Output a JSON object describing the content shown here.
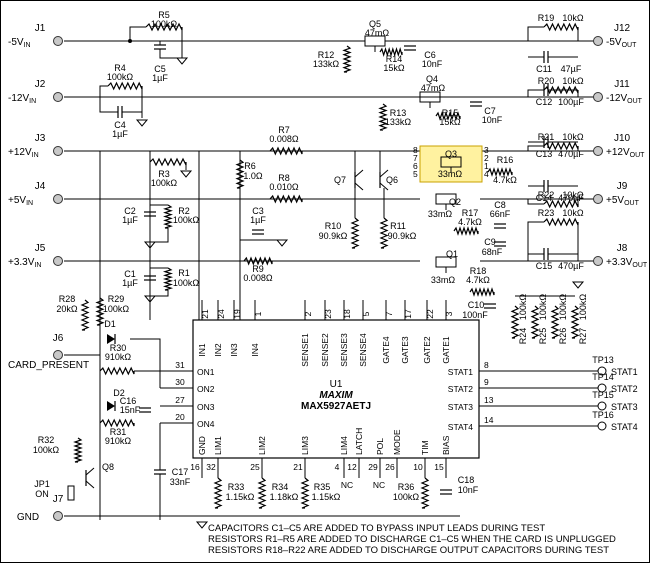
{
  "ports_left": [
    {
      "id": "J1",
      "net": "-5V",
      "sub": "IN"
    },
    {
      "id": "J2",
      "net": "-12V",
      "sub": "IN"
    },
    {
      "id": "J3",
      "net": "+12V",
      "sub": "IN"
    },
    {
      "id": "J4",
      "net": "+5V",
      "sub": "IN"
    },
    {
      "id": "J5",
      "net": "+3.3V",
      "sub": "IN"
    }
  ],
  "ports_right": [
    {
      "id": "J12",
      "net": "-5V",
      "sub": "OUT"
    },
    {
      "id": "J11",
      "net": "-12V",
      "sub": "OUT"
    },
    {
      "id": "J10",
      "net": "+12V",
      "sub": "OUT"
    },
    {
      "id": "J9",
      "net": "+5V",
      "sub": "OUT"
    },
    {
      "id": "J8",
      "net": "+3.3V",
      "sub": "OUT"
    }
  ],
  "j6": {
    "id": "J6",
    "label": "CARD_PRESENT"
  },
  "j7": {
    "id": "J7",
    "label": "GND"
  },
  "jp1": {
    "id": "JP1",
    "state": "ON"
  },
  "ic": {
    "ref": "U1",
    "brand": "MAXIM",
    "part": "MAX5927AETJ",
    "top_pins": [
      {
        "name": "IN1",
        "num": "21"
      },
      {
        "name": "IN2",
        "num": "24"
      },
      {
        "name": "IN3",
        "num": "19"
      },
      {
        "name": "IN4",
        "num": "1"
      },
      {
        "name": "SENSE1",
        "num": "2"
      },
      {
        "name": "SENSE2",
        "num": "23"
      },
      {
        "name": "SENSE3",
        "num": "18"
      },
      {
        "name": "SENSE4",
        "num": "5"
      },
      {
        "name": "GATE4",
        "num": "7"
      },
      {
        "name": "GATE3",
        "num": "17"
      },
      {
        "name": "GATE2",
        "num": "22"
      },
      {
        "name": "GATE1",
        "num": "3"
      }
    ],
    "left_pins": [
      {
        "name": "ON1",
        "num": "31"
      },
      {
        "name": "ON2",
        "num": "30"
      },
      {
        "name": "ON3",
        "num": "27"
      },
      {
        "name": "ON4",
        "num": "20"
      }
    ],
    "right_pins": [
      {
        "name": "STAT1",
        "num": "8"
      },
      {
        "name": "STAT2",
        "num": "9"
      },
      {
        "name": "STAT3",
        "num": "13"
      },
      {
        "name": "STAT4",
        "num": "14"
      }
    ],
    "bottom_pins": [
      {
        "name": "GND",
        "num": "16"
      },
      {
        "name": "LIM1",
        "num": "32"
      },
      {
        "name": "LIM2",
        "num": "25"
      },
      {
        "name": "LIM3",
        "num": "21"
      },
      {
        "name": "LIM4",
        "num": "4"
      },
      {
        "name": "LATCH",
        "num": "12"
      },
      {
        "name": "POL",
        "num": "29"
      },
      {
        "name": "MODE",
        "num": "26"
      },
      {
        "name": "TIM",
        "num": "10"
      },
      {
        "name": "BIAS",
        "num": "15"
      }
    ],
    "nc": "NC"
  },
  "tps": [
    {
      "id": "TP13",
      "sig": "STAT1"
    },
    {
      "id": "TP14",
      "sig": "STAT2"
    },
    {
      "id": "TP15",
      "sig": "STAT3"
    },
    {
      "id": "TP16",
      "sig": "STAT4"
    }
  ],
  "parts": {
    "R5": "R5",
    "R5v": "100kΩ",
    "C5": "C5",
    "C5v": "1µF",
    "R4": "R4",
    "R4v": "100kΩ",
    "C4": "C4",
    "C4v": "1µF",
    "R3": "R3",
    "R3v": "100kΩ",
    "R2": "R2",
    "R2v": "100kΩ",
    "C2": "C2",
    "C2v": "1µF",
    "R1": "R1",
    "R1v": "100kΩ",
    "C1": "C1",
    "C1v": "1µF",
    "Q5": "Q5",
    "Q5v": "47mΩ",
    "Q4": "Q4",
    "Q4v": "47mΩ",
    "R12": "R12",
    "R12v": "133kΩ",
    "R14": "R14",
    "R14v": "15kΩ",
    "C6": "C6",
    "C6v": "10nF",
    "R13": "R13",
    "R13v": "133kΩ",
    "R15": "R15",
    "R15v": "15kΩ",
    "C7": "C7",
    "C7v": "10nF",
    "R7": "R7",
    "R7v": "0.008Ω",
    "R6": "R6",
    "R6v": "1.0Ω",
    "R8": "R8",
    "R8v": "0.010Ω",
    "C3": "C3",
    "C3v": "1µF",
    "R9": "R9",
    "R9v": "0.008Ω",
    "Q7": "Q7",
    "Q6": "Q6",
    "R10": "R10",
    "R10v": "90.9kΩ",
    "R11": "R11",
    "R11v": "90.9kΩ",
    "Q3": "Q3",
    "Q3v": "33mΩ",
    "Q2": "Q2",
    "Q2v": "33mΩ",
    "Q1": "Q1",
    "Q1v": "33mΩ",
    "R16": "R16",
    "R16v": "4.7kΩ",
    "R17": "R17",
    "R17v": "4.7kΩ",
    "R18": "R18",
    "R18v": "4.7kΩ",
    "C8": "C8",
    "C8v": "66nF",
    "C9": "C9",
    "C9v": "68nF",
    "C10": "C10",
    "C10v": "100nF",
    "R19": "R19",
    "R19v": "10kΩ",
    "C11": "C11",
    "C11v": "47µF",
    "C12": "C12",
    "C12v": "100µF",
    "R20": "R20",
    "R20v": "10kΩ",
    "C13": "C13",
    "C13v": "470µF",
    "R21": "R21",
    "R21v": "10kΩ",
    "C14": "C14",
    "C14v": "470µF",
    "R22": "R22",
    "R22v": "10kΩ",
    "R23": "R23",
    "R23v": "10kΩ",
    "C15": "C15",
    "C15v": "470µF",
    "R24": "R24",
    "R25": "R25",
    "R26": "R26",
    "R27": "R27",
    "R24v": "100kΩ",
    "R28": "R28",
    "R28v": "20kΩ",
    "R29": "R29",
    "R29v": "100kΩ",
    "D1": "D1",
    "D2": "D2",
    "R30": "R30",
    "R30v": "910kΩ",
    "R31": "R31",
    "R31v": "910kΩ",
    "C16": "C16",
    "C16v": "15nF",
    "C17": "C17",
    "C17v": "33nF",
    "R32": "R32",
    "R32v": "100kΩ",
    "Q8": "Q8",
    "R33": "R33",
    "R33v": "1.15kΩ",
    "R34": "R34",
    "R34v": "1.18kΩ",
    "R35": "R35",
    "R35v": "1.15kΩ",
    "R36": "R36",
    "R36v": "100kΩ",
    "C18": "C18",
    "C18v": "10nF"
  },
  "notes": [
    "CAPACITORS C1–C5 ARE ADDED TO BYPASS INPUT LEADS DURING TEST",
    "RESISTORS R1–R5 ARE ADDED TO DISCHARGE C1–C5 WHEN THE CARD IS UNPLUGGED",
    "RESISTORS R18–R22 ARE ADDED TO DISCHARGE OUTPUT CAPACITORS DURING TEST"
  ],
  "highlight_color": "#fff2a0"
}
